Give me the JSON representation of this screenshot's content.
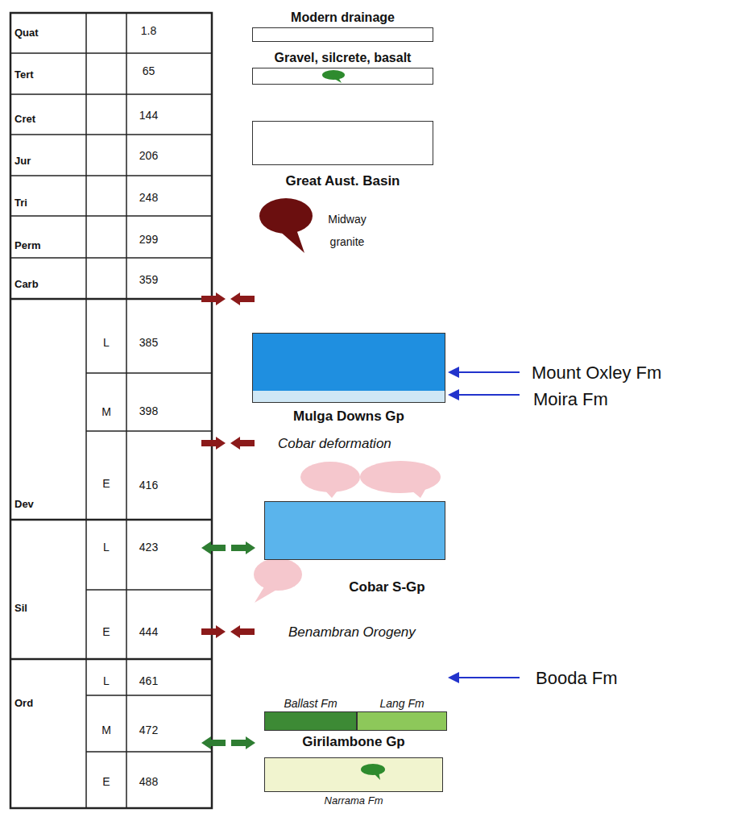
{
  "diagram": {
    "nodes": [
      {
        "text": [
          "Modern drainage"
        ]
      },
      {
        "text": [
          "Gravel, silcrete, basalt"
        ]
      },
      {
        "text": [
          "Great Aust. Basin"
        ]
      },
      {
        "text": [
          "Mulga Downs Gp"
        ]
      },
      {
        "text": [
          "Cobar S-Gp"
        ]
      },
      {
        "text": [
          "Ballast Fm"
        ]
      },
      {
        "text": [
          "Lang Fm"
        ]
      },
      {
        "text": [
          "Girilambone Gp",
          "Narrama Fm"
        ]
      }
    ],
    "labels": [
      "Quat",
      "1.8",
      "Tert",
      "65",
      "Cret",
      "144",
      "Jur",
      "206",
      "Tri",
      "248",
      "Perm",
      "299",
      "Carb",
      "359",
      "L",
      "385",
      "M",
      "398",
      "E",
      "416",
      "Dev",
      "L",
      "423",
      "Sil",
      "E",
      "444",
      "L",
      "461",
      "Ord",
      "M",
      "472",
      "E",
      "488",
      "Midway granite",
      "Mount Oxley Fm",
      "Moira Fm",
      "Cobar deformation",
      "Benambran Orogeny",
      "Booda Fm"
    ]
  }
}
